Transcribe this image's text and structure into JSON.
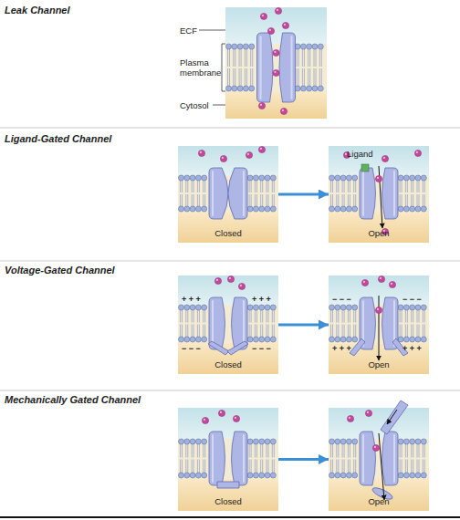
{
  "diagram": {
    "nodes": [
      {
        "text": [
          "Closed"
        ]
      },
      {
        "text": [
          "Open"
        ]
      },
      {
        "text": [
          "Closed"
        ]
      },
      {
        "text": [
          "Open"
        ]
      },
      {
        "text": [
          "Closed"
        ]
      },
      {
        "text": [
          "Open"
        ]
      }
    ],
    "edges": [
      {
        "from": 0,
        "to": 1,
        "arrow": "to"
      },
      {
        "from": 2,
        "to": 3,
        "arrow": "to"
      },
      {
        "from": 4,
        "to": 5,
        "arrow": "to"
      }
    ],
    "labels": [
      "Leak Channel",
      "ECF",
      "Plasma membrane",
      "Cytosol",
      "Ligand-Gated Channel",
      "Ligand",
      "Voltage-Gated Channel",
      "+ + +",
      "+ + +",
      "− − −",
      "− − −",
      "− − −",
      "− − −",
      "+ + +",
      "+ + +",
      "Mechanically Gated Channel"
    ]
  }
}
